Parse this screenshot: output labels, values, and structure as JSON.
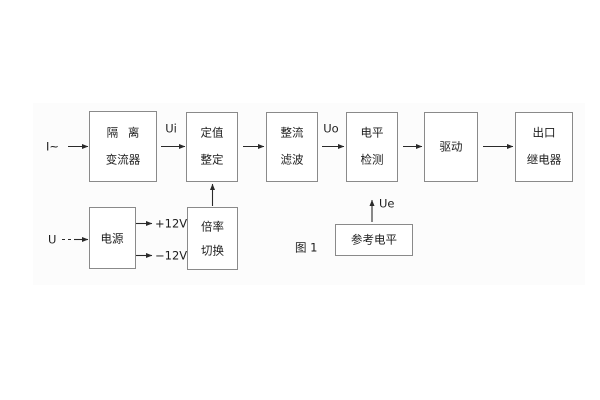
{
  "figure": {
    "caption": "图 1",
    "background_color": "#fcfcfc",
    "box_border_color": "#8a8a8a",
    "line_color": "#2a2a2a",
    "text_color": "#1d1d1d"
  },
  "blocks": [
    {
      "id": "isolation-ct",
      "line1": "隔 离",
      "line2": "变流器"
    },
    {
      "id": "setting-value",
      "line1": "定值",
      "line2": "整定"
    },
    {
      "id": "rectify-filter",
      "line1": "整流",
      "line2": "滤波"
    },
    {
      "id": "level-detect",
      "line1": "电平",
      "line2": "检测"
    },
    {
      "id": "drive",
      "line1": "驱动",
      "line2": ""
    },
    {
      "id": "output-relay",
      "line1": "出口",
      "line2": "继电器"
    },
    {
      "id": "power-supply",
      "line1": "电源",
      "line2": ""
    },
    {
      "id": "multiplier-switch",
      "line1": "倍率",
      "line2": "切换"
    },
    {
      "id": "reference-level",
      "line1": "参考电平",
      "line2": ""
    }
  ],
  "signals": {
    "current_input": "I~",
    "voltage_input": "U",
    "ui": "Ui",
    "uo": "Uo",
    "ue": "Ue",
    "rail_positive": "+12V",
    "rail_negative": "−12V"
  }
}
